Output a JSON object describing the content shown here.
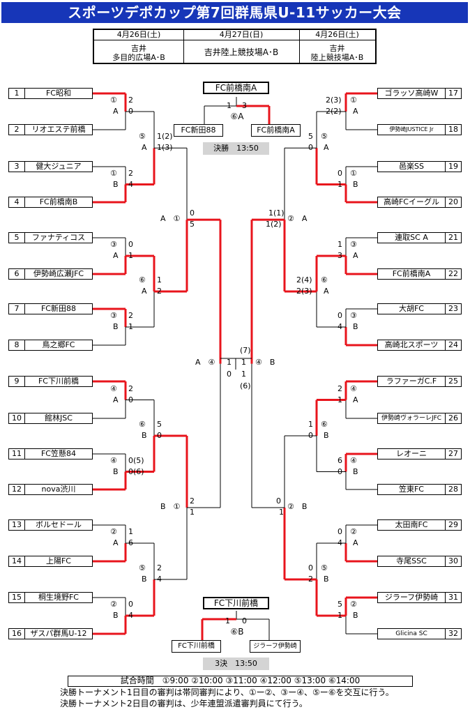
{
  "title": "スポーツデポカップ第7回群馬県U-11サッカー大会",
  "schedule": [
    {
      "date": "4月26日(土)",
      "venue": [
        "吉井",
        "多目的広場A･B"
      ]
    },
    {
      "date": "4月27日(日)",
      "venue": [
        "吉井陸上競技場A･B"
      ]
    },
    {
      "date": "4月26日(土)",
      "venue": [
        "吉井",
        "陸上競技場A･B"
      ]
    }
  ],
  "teams_left": [
    {
      "num": "1",
      "name": "FC昭和"
    },
    {
      "num": "2",
      "name": "リオエステ前橋"
    },
    {
      "num": "3",
      "name": "健大ジュニア"
    },
    {
      "num": "4",
      "name": "FC前橋南B"
    },
    {
      "num": "5",
      "name": "ファナティコス"
    },
    {
      "num": "6",
      "name": "伊勢崎広瀬JFC"
    },
    {
      "num": "7",
      "name": "FC新田88"
    },
    {
      "num": "8",
      "name": "鳥之郷FC"
    },
    {
      "num": "9",
      "name": "FC下川前橋"
    },
    {
      "num": "10",
      "name": "館林JSC"
    },
    {
      "num": "11",
      "name": "FC笠懸84"
    },
    {
      "num": "12",
      "name": "nova渋川"
    },
    {
      "num": "13",
      "name": "ボルセドール"
    },
    {
      "num": "14",
      "name": "上陽FC"
    },
    {
      "num": "15",
      "name": "桐生境野FC"
    },
    {
      "num": "16",
      "name": "ザスパ群馬U-12"
    }
  ],
  "teams_right": [
    {
      "num": "17",
      "name": "ゴラッソ高崎W"
    },
    {
      "num": "18",
      "name": "伊勢崎JUSTICE Jr"
    },
    {
      "num": "19",
      "name": "邑楽SS"
    },
    {
      "num": "20",
      "name": "高崎FCイーグル"
    },
    {
      "num": "21",
      "name": "連取SC A"
    },
    {
      "num": "22",
      "name": "FC前橋南A"
    },
    {
      "num": "23",
      "name": "大胡FC"
    },
    {
      "num": "24",
      "name": "高崎北スポーツ"
    },
    {
      "num": "25",
      "name": "ラファーガC.F"
    },
    {
      "num": "26",
      "name": "伊勢崎ヴォラーレJFC"
    },
    {
      "num": "27",
      "name": "レオーニ"
    },
    {
      "num": "28",
      "name": "笠東FC"
    },
    {
      "num": "29",
      "name": "太田南FC"
    },
    {
      "num": "30",
      "name": "寺尾SSC"
    },
    {
      "num": "31",
      "name": "ジラーフ伊勢崎"
    },
    {
      "num": "32",
      "name": "Glicina SC"
    }
  ],
  "final": {
    "winner": "FC前橋南A",
    "team_left": "FC新田88",
    "team_right": "FC前橋南A",
    "score_left": "1",
    "score_right": "3",
    "match": "⑥A",
    "label": "決勝　13:50"
  },
  "third_place": {
    "winner": "FC下川前橋",
    "team_left": "FC下川前橋",
    "team_right": "ジラーフ伊勢崎",
    "score_left": "1",
    "score_right": "0",
    "match": "⑥B",
    "label": "3決　13:50"
  },
  "match_times": "試合時間　①9:00 ②10:00 ③11:00 ④12:00 ⑤13:00 ⑥14:00",
  "notes": [
    "決勝トーナメント1日目の審判は帯同審判により、①ー②、③ー④、⑤ー⑥を交互に行う。",
    "決勝トーナメント2日目の審判は、少年連盟派遣審判員にて行う。"
  ],
  "labels": {
    "L1": {
      "m": "①",
      "c": "A",
      "s1": "2",
      "s2": "0"
    },
    "L2": {
      "m": "①",
      "c": "B",
      "s1": "2",
      "s2": "4"
    },
    "L3": {
      "m": "③",
      "c": "A",
      "s1": "0",
      "s2": "1"
    },
    "L4": {
      "m": "③",
      "c": "B",
      "s1": "2",
      "s2": "1"
    },
    "L5": {
      "m": "④",
      "c": "A",
      "s1": "2",
      "s2": "0"
    },
    "L6": {
      "m": "④",
      "c": "B",
      "s1": "0(5)",
      "s2": "0(6)"
    },
    "L7": {
      "m": "②",
      "c": "A",
      "s1": "1",
      "s2": "6"
    },
    "L8": {
      "m": "②",
      "c": "B",
      "s1": "0",
      "s2": "4"
    },
    "L9": {
      "m": "⑤",
      "c": "A",
      "s1": "1(2)",
      "s2": "1(3)"
    },
    "L10": {
      "m": "⑥",
      "c": "A",
      "s1": "1",
      "s2": "2"
    },
    "L11": {
      "m": "⑥",
      "c": "B",
      "s1": "5",
      "s2": "0"
    },
    "L12": {
      "m": "⑤",
      "c": "B",
      "s1": "2",
      "s2": "4"
    },
    "L13": {
      "m": "A　①",
      "s1": "0",
      "s2": "5"
    },
    "L14": {
      "m": "B　①",
      "s1": "2",
      "s2": "1"
    },
    "L15": {
      "m": "A　④",
      "s1": "1",
      "s2": "0"
    },
    "R1": {
      "m": "①",
      "c": "A",
      "s1": "2(3)",
      "s2": "2(2)"
    },
    "R2": {
      "m": "①",
      "c": "B",
      "s1": "0",
      "s2": "1"
    },
    "R3": {
      "m": "③",
      "c": "A",
      "s1": "1",
      "s2": "3"
    },
    "R4": {
      "m": "③",
      "c": "B",
      "s1": "0",
      "s2": "4"
    },
    "R5": {
      "m": "④",
      "c": "A",
      "s1": "2",
      "s2": "1"
    },
    "R6": {
      "m": "④",
      "c": "B",
      "s1": "6",
      "s2": "0"
    },
    "R7": {
      "m": "②",
      "c": "A",
      "s1": "0",
      "s2": "4"
    },
    "R8": {
      "m": "②",
      "c": "B",
      "s1": "5",
      "s2": "1"
    },
    "R9": {
      "m": "⑤",
      "c": "A",
      "s1": "5",
      "s2": "0"
    },
    "R10": {
      "m": "⑥",
      "c": "A",
      "s1": "2(4)",
      "s2": "2(3)"
    },
    "R11": {
      "m": "⑥",
      "c": "B",
      "s1": "1",
      "s2": "0"
    },
    "R12": {
      "m": "⑤",
      "c": "B",
      "s1": "0",
      "s2": "2"
    },
    "R13": {
      "m": "②　A",
      "s1": "1(1)",
      "s2": "1(2)"
    },
    "R14": {
      "m": "②　B",
      "s1": "0",
      "s2": "1"
    },
    "R15": {
      "m": "④　B",
      "s1": "1",
      "s2": "1",
      "p1": "(7)",
      "p2": "(6)"
    }
  },
  "colors": {
    "title_bg": "#1736b8",
    "winner_line": "#e8141c",
    "line": "#000000",
    "grey": "#d4d4d4"
  }
}
